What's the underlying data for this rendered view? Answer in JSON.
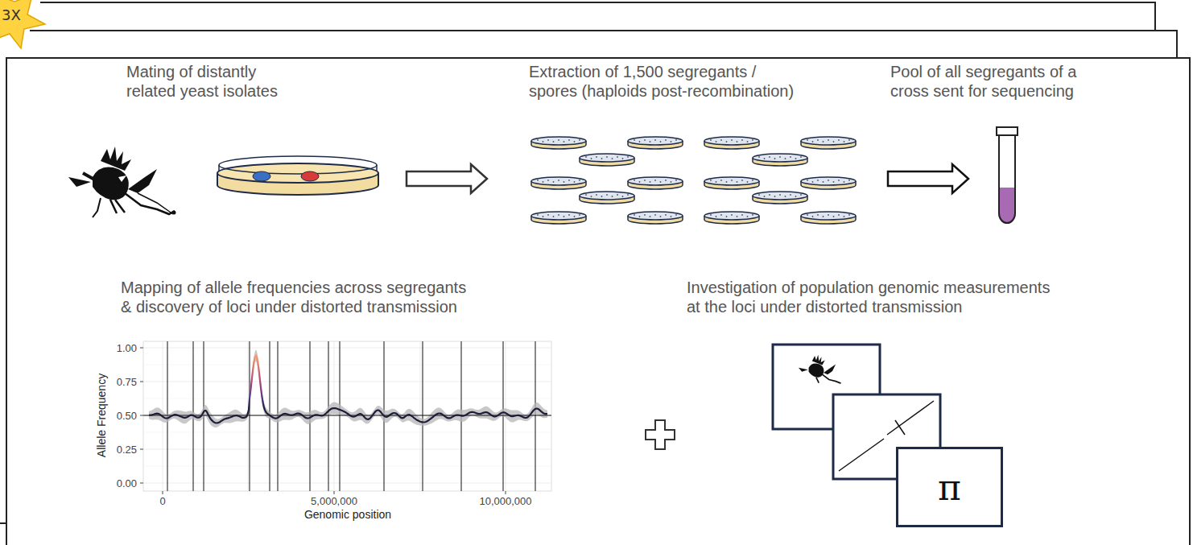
{
  "diagram": {
    "nodes": [
      {
        "text": [
          "π"
        ]
      }
    ],
    "labels": [
      "3X",
      "Mating of distantly related yeast isolates",
      "Extraction of 1,500 segregants / spores (haploids post-recombination)",
      "Pool of all segregants of a cross sent for sequencing",
      "Mapping of allele frequencies across segregants & discovery of loci under distorted transmission",
      "Investigation of population genomic measurements at the loci under distorted transmission",
      "1.00",
      "0.75",
      "0.50",
      "0.25",
      "0.00",
      "Allele Frequency",
      "0",
      "5,000,000",
      "10,000,000",
      "Genomic position"
    ]
  }
}
